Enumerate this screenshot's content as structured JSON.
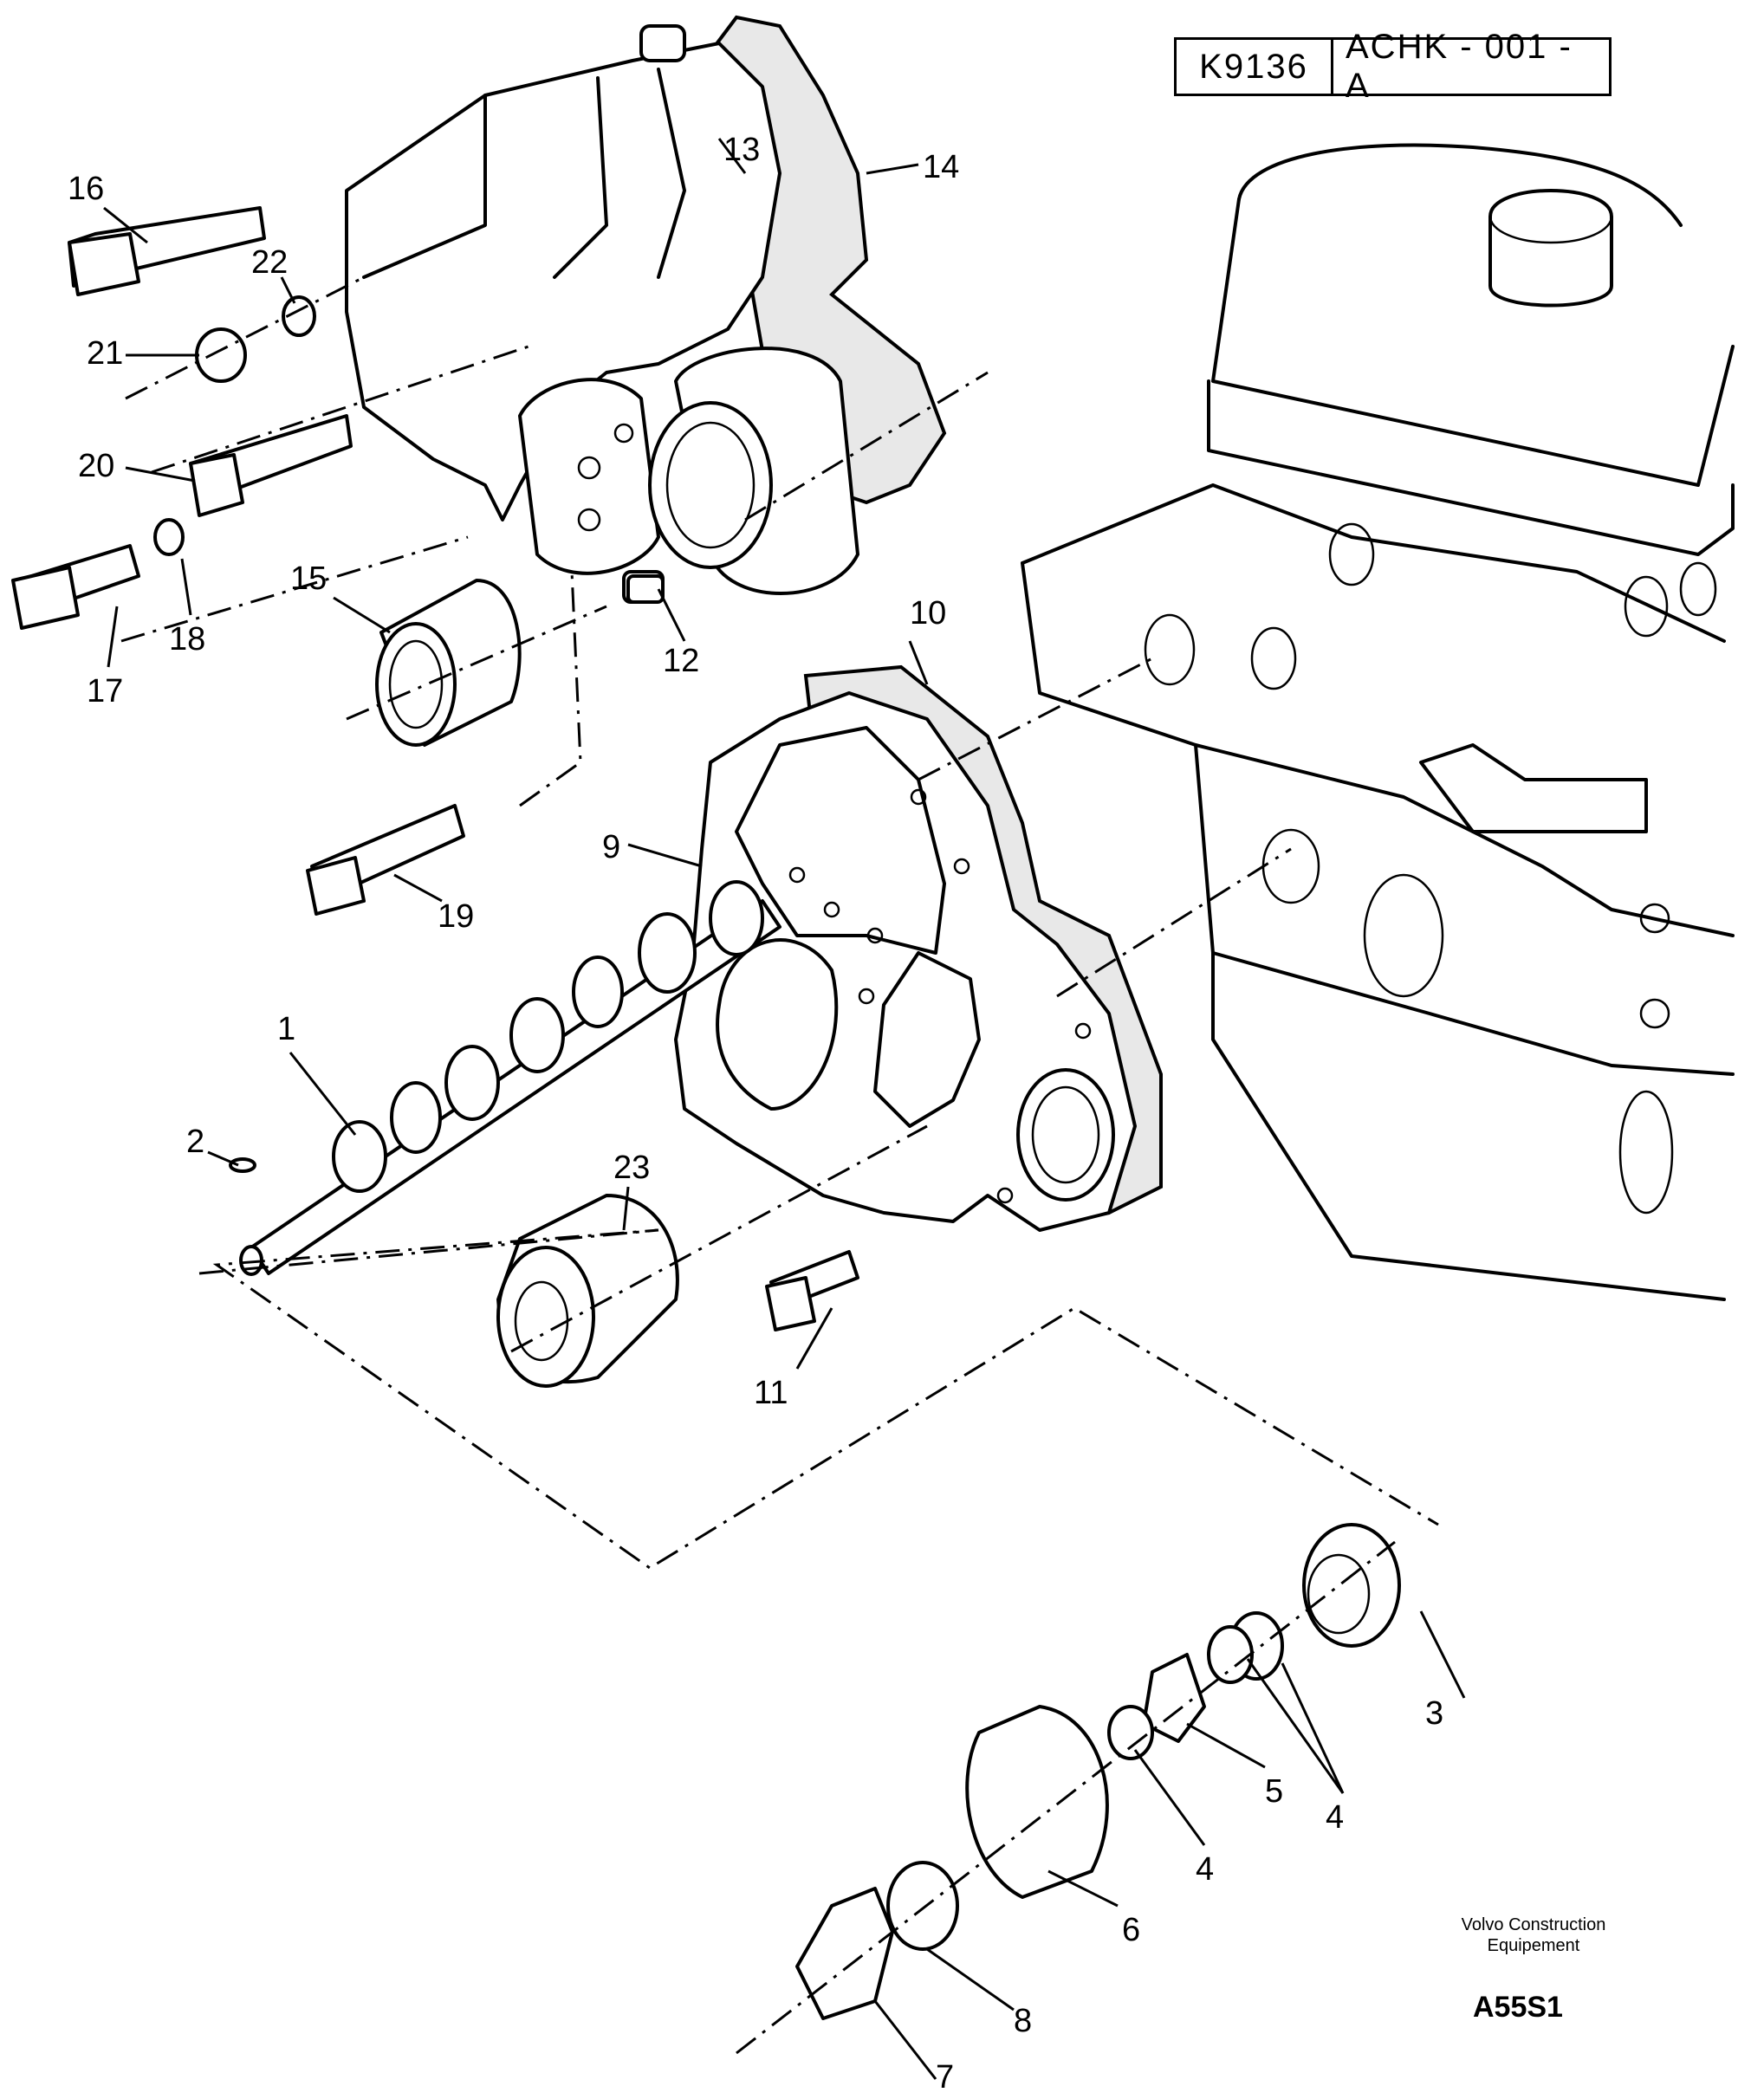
{
  "reference": {
    "drawing_no": "K9136",
    "group": "ACHK - 001 - A"
  },
  "brand": {
    "line1": "Volvo Construction",
    "line2": "Equipement"
  },
  "code": "A55S1",
  "callouts": [
    "1",
    "2",
    "3",
    "4",
    "4",
    "5",
    "6",
    "7",
    "8",
    "9",
    "10",
    "11",
    "12",
    "13",
    "14",
    "15",
    "16",
    "17",
    "18",
    "19",
    "20",
    "21",
    "22",
    "23"
  ]
}
